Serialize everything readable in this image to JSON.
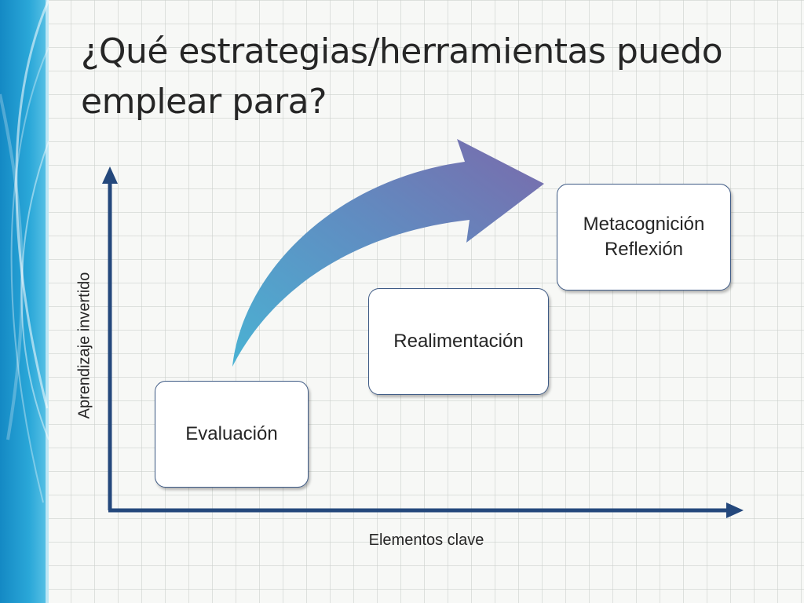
{
  "slide": {
    "title": "¿Qué estrategias/herramientas puedo emplear para?"
  },
  "diagram": {
    "y_axis_label": "Aprendizaje invertido",
    "x_axis_label": "Elementos clave",
    "steps": [
      {
        "label": "Evaluación"
      },
      {
        "label": "Realimentación"
      },
      {
        "label_lines": [
          "Metacognición",
          "Reflexión"
        ]
      }
    ]
  },
  "colors": {
    "axis": "#24487c",
    "box_border": "#3e5a85",
    "arrow_start": "#4ab2d3",
    "arrow_end": "#7a6aab",
    "side_band": "#1f9bcf"
  }
}
